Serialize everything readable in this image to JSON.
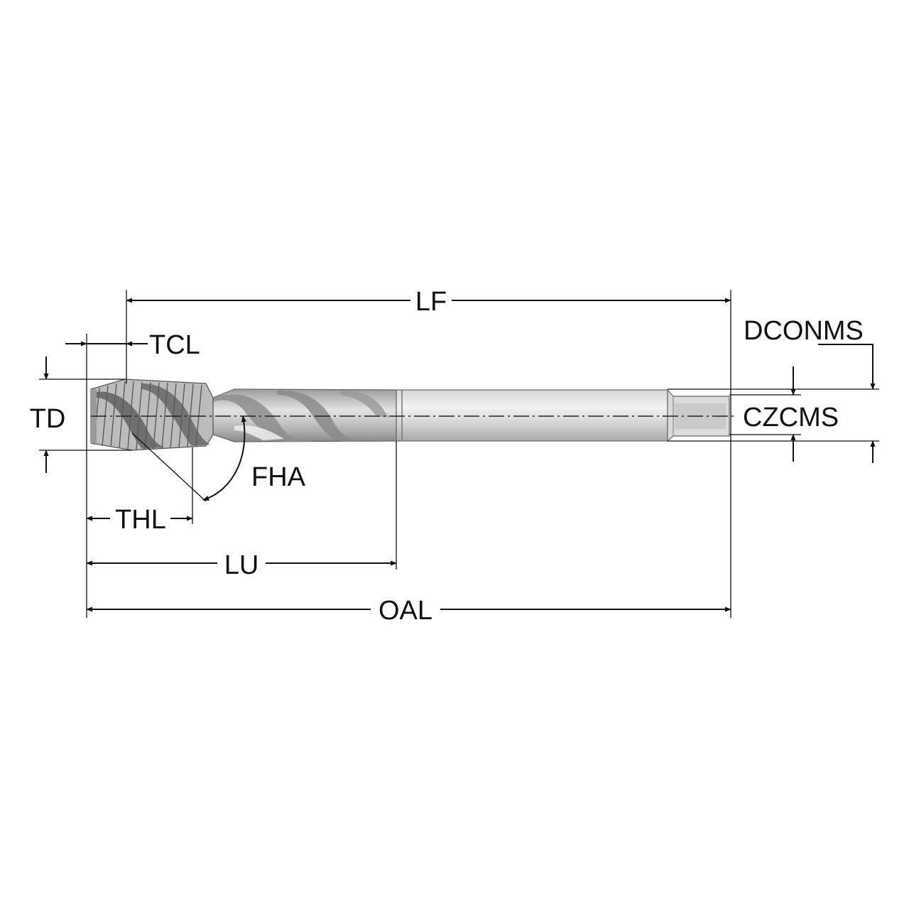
{
  "diagram": {
    "labels": {
      "lf": "LF",
      "tcl": "TCL",
      "dconms": "DCONMS",
      "td": "TD",
      "czcms": "CZCMS",
      "fha": "FHA",
      "thl": "THL",
      "lu": "LU",
      "oal": "OAL"
    },
    "colors": {
      "line": "#111111",
      "tool_light": "#e2e2e2",
      "tool_mid": "#bdbdbd",
      "tool_dark": "#7a7a7a",
      "tool_edge": "#555555"
    }
  }
}
